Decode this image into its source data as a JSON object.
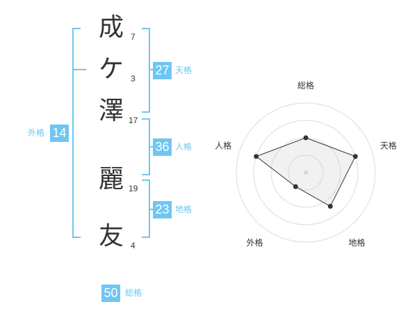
{
  "characters": [
    {
      "char": "成",
      "strokes": "7"
    },
    {
      "char": "ケ",
      "strokes": "3"
    },
    {
      "char": "澤",
      "strokes": "17"
    },
    {
      "char": "麗",
      "strokes": "19"
    },
    {
      "char": "友",
      "strokes": "4"
    }
  ],
  "scores": {
    "tenkaku": {
      "value": "27",
      "label": "天格"
    },
    "jinkaku": {
      "value": "36",
      "label": "人格"
    },
    "chikaku": {
      "value": "23",
      "label": "地格"
    },
    "gaikaku": {
      "value": "14",
      "label": "外格"
    },
    "soukaku": {
      "value": "50",
      "label": "総格"
    }
  },
  "radar": {
    "axes": [
      "総格",
      "天格",
      "地格",
      "外格",
      "人格"
    ],
    "levels": [
      0.5,
      0.75,
      0.6,
      0.25,
      0.75
    ],
    "accent_color": "#6ec6f2"
  }
}
